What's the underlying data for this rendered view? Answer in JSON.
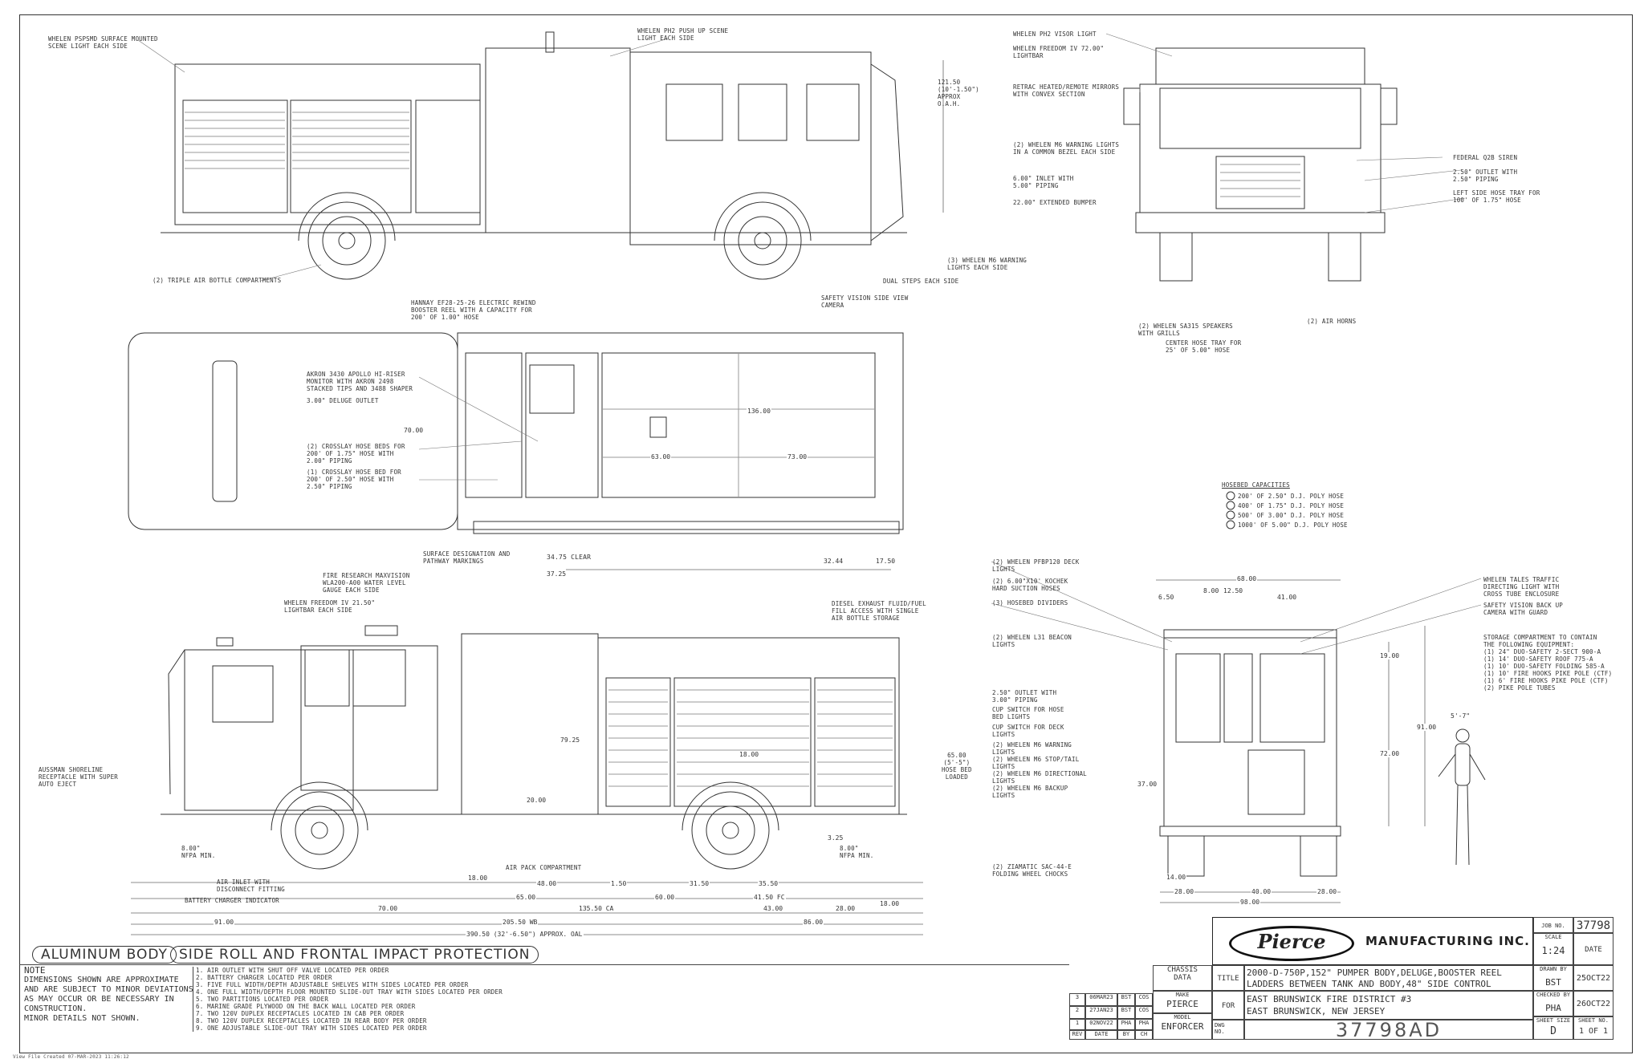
{
  "callouts_top": [
    "WHELEN PSPSMD SURFACE MOUNTED\nSCENE LIGHT EACH SIDE",
    "WHELEN PH2 PUSH UP SCENE\nLIGHT EACH SIDE",
    "121.50\n(10'-1.50\")\nAPPROX\nO.A.H.",
    "(2) TRIPLE AIR BOTTLE COMPARTMENTS",
    "SAFETY VISION SIDE VIEW\nCAMERA",
    "DUAL STEPS EACH SIDE",
    "(3) WHELEN M6 WARNING\nLIGHTS EACH SIDE"
  ],
  "callouts_front": [
    "WHELEN PH2 VISOR LIGHT",
    "WHELEN FREEDOM IV 72.00\"\nLIGHTBAR",
    "RETRAC HEATED/REMOTE MIRRORS\nWITH CONVEX SECTION",
    "(2) WHELEN M6 WARNING LIGHTS\nIN A COMMON BEZEL EACH SIDE",
    "6.00\" INLET WITH\n5.00\" PIPING",
    "22.00\" EXTENDED BUMPER",
    "FEDERAL Q2B SIREN",
    "2.50\" OUTLET WITH\n2.50\" PIPING",
    "LEFT SIDE HOSE TRAY FOR\n100' OF 1.75\" HOSE",
    "(2) WHELEN SA315 SPEAKERS\nWITH GRILLS",
    "CENTER HOSE TRAY FOR\n25' OF 5.00\" HOSE",
    "(2) AIR HORNS"
  ],
  "callouts_plan": [
    "HANNAY EF28-25-26 ELECTRIC REWIND\nBOOSTER REEL WITH A CAPACITY FOR\n200' OF 1.00\" HOSE",
    "AKRON 3430 APOLLO HI-RISER\nMONITOR WITH AKRON 2498\nSTACKED TIPS AND 3488 SHAPER",
    "3.00\" DELUGE OUTLET",
    "(2) CROSSLAY HOSE BEDS FOR\n200' OF 1.75\" HOSE WITH\n2.00\" PIPING",
    "(1) CROSSLAY HOSE BED FOR\n200' OF 2.50\" HOSE WITH\n2.50\" PIPING",
    "SURFACE DESIGNATION AND\nPATHWAY MARKINGS"
  ],
  "plan_dims": [
    "136.00",
    "70.00",
    "63.00",
    "73.00",
    "34.75\nCLEAR",
    "37.25",
    "32.44",
    "17.50"
  ],
  "hosebed": {
    "title": "HOSEBED CAPACITIES",
    "items": [
      "200' OF 2.50\" D.J. POLY HOSE",
      "400' OF 1.75\" D.J. POLY HOSE",
      "500' OF 3.00\" D.J. POLY HOSE",
      "1000' OF 5.00\" D.J. POLY HOSE"
    ]
  },
  "callouts_side": [
    "FIRE RESEARCH MAXVISION\nWLA200-A00 WATER LEVEL\nGAUGE EACH SIDE",
    "WHELEN FREEDOM IV 21.50\"\nLIGHTBAR EACH SIDE",
    "DIESEL EXHAUST FLUID/FUEL\nFILL ACCESS WITH SINGLE\nAIR BOTTLE STORAGE",
    "AUSSMAN SHORELINE\nRECEPTACLE WITH SUPER\nAUTO EJECT",
    "8.00\"\nNFPA MIN.",
    "AIR INLET WITH\nDISCONNECT FITTING",
    "BATTERY CHARGER INDICATOR",
    "AIR PACK COMPARTMENT",
    "8.00\"\nNFPA MIN.",
    "(2) ZIAMATIC SAC-44-E\nFOLDING WHEEL CHOCKS",
    "65.00\n(5'-5\")\nHOSE BED\nLOADED"
  ],
  "side_dims": [
    "18.00",
    "48.00",
    "1.50",
    "31.50",
    "35.50",
    "65.00",
    "60.00",
    "41.50 FC",
    "70.00",
    "135.50 CA",
    "43.00",
    "28.00",
    "18.00",
    "91.00",
    "205.50 WB",
    "86.00",
    "390.50 (32'-6.50\") APPROX. OAL",
    "79.25",
    "20.00",
    "18.00",
    "3.25"
  ],
  "callouts_rear": [
    "(2) WHELEN PFBP120 DECK\nLIGHTS",
    "(2) 6.00\"X10' KOCHEK\nHARD SUCTION HOSES",
    "(3) HOSEBED DIVIDERS",
    "(2) WHELEN L31 BEACON\nLIGHTS",
    "2.50\" OUTLET WITH\n3.00\" PIPING",
    "CUP SWITCH FOR HOSE\nBED LIGHTS",
    "CUP SWITCH FOR DECK\nLIGHTS",
    "(2) WHELEN M6 WARNING\nLIGHTS",
    "(2) WHELEN M6 STOP/TAIL\nLIGHTS",
    "(2) WHELEN M6 DIRECTIONAL\nLIGHTS",
    "(2) WHELEN M6 BACKUP\nLIGHTS",
    "WHELEN TALES TRAFFIC\nDIRECTING LIGHT WITH\nCROSS TUBE ENCLOSURE",
    "SAFETY VISION BACK UP\nCAMERA WITH GUARD",
    "STORAGE COMPARTMENT TO CONTAIN\nTHE FOLLOWING EQUIPMENT:\n(1) 24\" DUO-SAFETY 2-SECT 900-A\n(1) 14' DUO-SAFETY ROOF 775-A\n(1) 10' DUO-SAFETY FOLDING 585-A\n(1) 10' FIRE HOOKS PIKE POLE (CTF)\n(1) 6' FIRE HOOKS PIKE POLE (CTF)\n(2) PIKE POLE TUBES"
  ],
  "rear_dims": [
    "68.00",
    "6.50",
    "8.00",
    "12.50",
    "41.00",
    "19.00",
    "91.00",
    "72.00",
    "37.00",
    "14.00",
    "28.00",
    "40.00",
    "28.00",
    "98.00",
    "5'-7\""
  ],
  "bottom_labels": {
    "body": "ALUMINUM BODY",
    "protection": "SIDE ROLL AND FRONTAL IMPACT PROTECTION"
  },
  "note": {
    "title": "NOTE",
    "text": "DIMENSIONS SHOWN ARE APPROXIMATE\nAND ARE SUBJECT TO MINOR DEVIATIONS\nAS MAY OCCUR OR BE NECESSARY IN\nCONSTRUCTION.\nMINOR DETAILS NOT SHOWN."
  },
  "revision_notes": [
    "1. AIR OUTLET WITH SHUT OFF VALVE LOCATED PER ORDER",
    "2. BATTERY CHARGER LOCATED PER ORDER",
    "3. FIVE FULL WIDTH/DEPTH ADJUSTABLE SHELVES WITH SIDES LOCATED PER ORDER",
    "4. ONE FULL WIDTH/DEPTH FLOOR MOUNTED SLIDE-OUT TRAY WITH SIDES LOCATED PER ORDER",
    "5. TWO PARTITIONS LOCATED PER ORDER",
    "6. MARINE GRADE PLYWOOD ON THE BACK WALL LOCATED PER ORDER",
    "7. TWO 120V DUPLEX RECEPTACLES LOCATED IN CAB PER ORDER",
    "8. TWO 120V DUPLEX RECEPTACLES LOCATED IN REAR BODY PER ORDER",
    "9. ONE ADJUSTABLE SLIDE-OUT TRAY WITH SIDES LOCATED PER ORDER"
  ],
  "revisions": [
    {
      "num": "3",
      "date": "06MAR23",
      "by": "BST",
      "ch": "COS"
    },
    {
      "num": "2",
      "date": "27JAN23",
      "by": "BST",
      "ch": "COS"
    },
    {
      "num": "1",
      "date": "02NOV22",
      "by": "PHA",
      "ch": "PHA"
    }
  ],
  "revision_headers": {
    "rev": "REV",
    "date": "DATE",
    "by": "BY",
    "ch": "CH"
  },
  "title_block": {
    "logo": "Pierce",
    "company": "MANUFACTURING INC.",
    "chassis_data": "CHASSIS\nDATA",
    "make_label": "MAKE",
    "make": "PIERCE",
    "model_label": "MODEL",
    "model": "ENFORCER",
    "title_label": "TITLE",
    "title": "2000-D-750P,152\" PUMPER BODY,DELUGE,BOOSTER REEL\nLADDERS BETWEEN TANK AND BODY,48\" SIDE CONTROL",
    "for_label": "FOR",
    "for": "EAST BRUNSWICK FIRE DISTRICT #3\nEAST BRUNSWICK, NEW JERSEY",
    "dwg_label": "DWG\nNO.",
    "dwg": "37798AD",
    "job_label": "JOB NO.",
    "job": "37798",
    "scale_label": "SCALE",
    "scale": "1:24",
    "date_label": "DATE",
    "drawn_label": "DRAWN BY",
    "drawn": "BST",
    "drawn_date": "25OCT22",
    "checked_label": "CHECKED BY",
    "checked": "PHA",
    "checked_date": "26OCT22",
    "size_label": "SHEET SIZE",
    "size": "D",
    "sheet_label": "SHEET NO.",
    "sheet": "1 OF 1"
  },
  "footer": "View File Created 07-MAR-2023 11:26:12"
}
